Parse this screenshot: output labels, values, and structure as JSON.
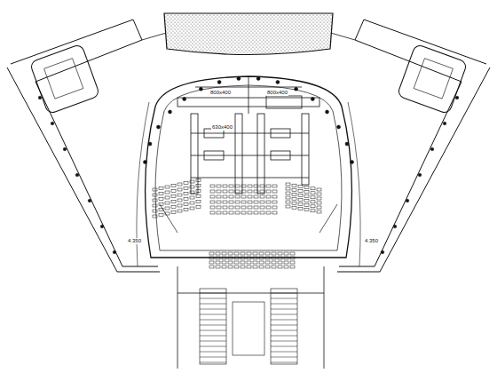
{
  "diagram": {
    "labels": [
      "800x400",
      "630x400",
      "800x400",
      "4.350",
      "4.350"
    ]
  }
}
